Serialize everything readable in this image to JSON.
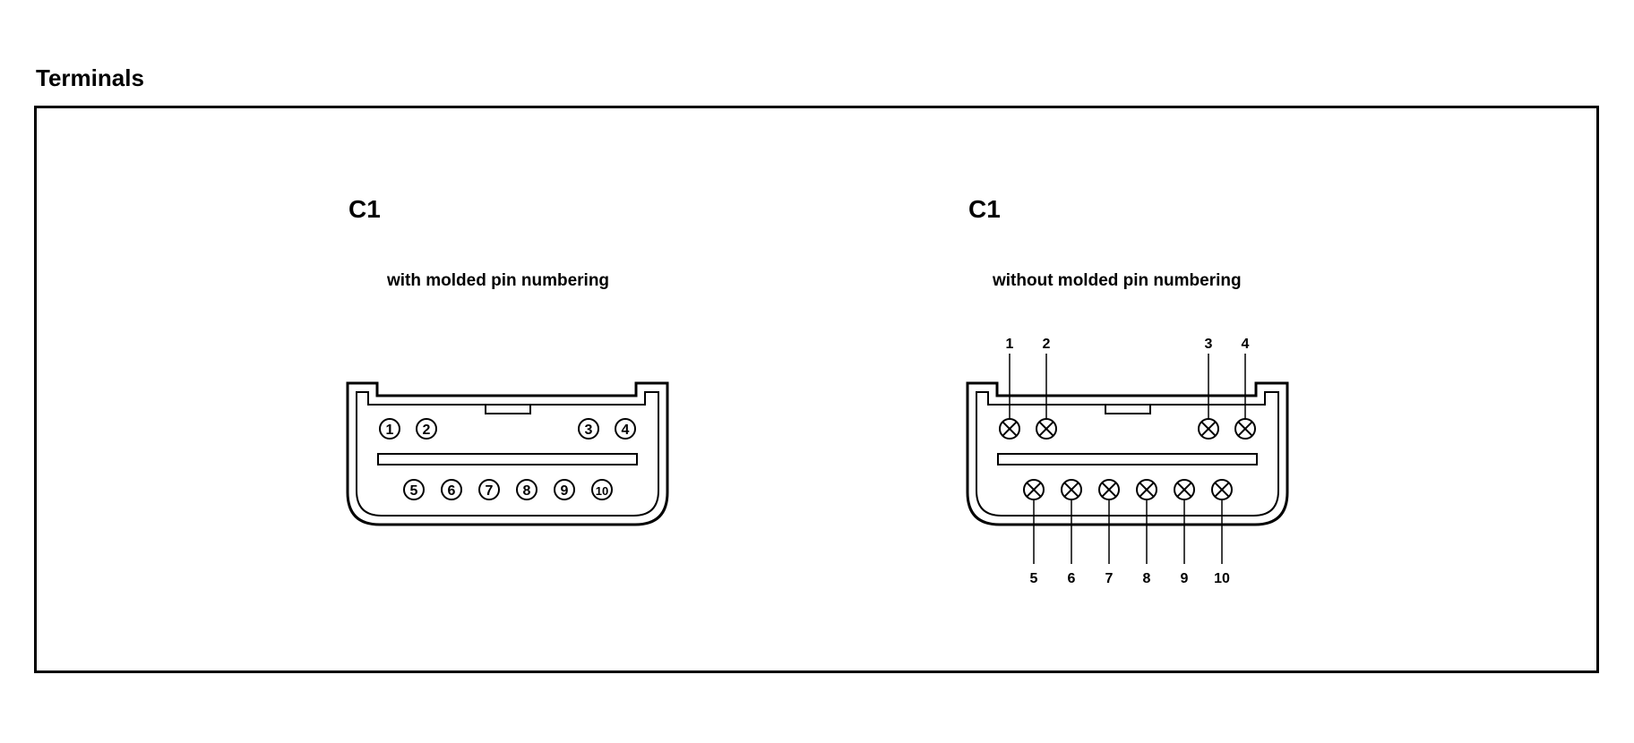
{
  "page": {
    "title": "Terminals"
  },
  "left": {
    "label": "C1",
    "subtitle": "with molded pin numbering",
    "top_pins": [
      "1",
      "2",
      "3",
      "4"
    ],
    "bottom_pins": [
      "5",
      "6",
      "7",
      "8",
      "9",
      "10"
    ]
  },
  "right": {
    "label": "C1",
    "subtitle": "without molded pin numbering",
    "top_pins": [
      "1",
      "2",
      "3",
      "4"
    ],
    "bottom_pins": [
      "5",
      "6",
      "7",
      "8",
      "9",
      "10"
    ]
  }
}
